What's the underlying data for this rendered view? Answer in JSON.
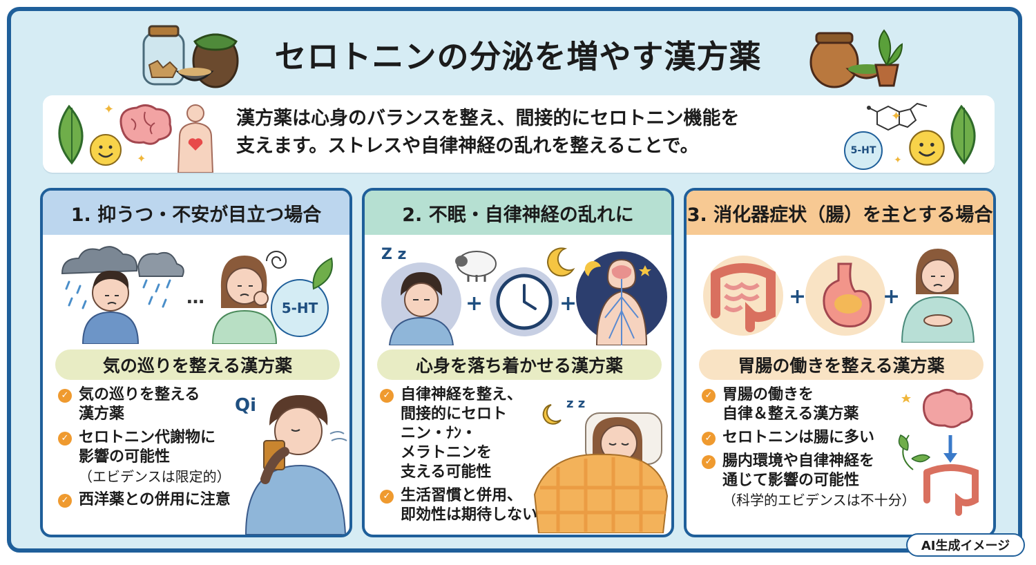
{
  "title": "セロトニンの分泌を増やす漢方薬",
  "intro": {
    "line1": "漢方薬は心身のバランスを整え、間接的にセロトニン機能を",
    "line2": "支えます。ストレスや自律神経の乱れを整えることで。"
  },
  "labels": {
    "ht_intro": "5-HT",
    "ht_panel1": "5-HT",
    "qi": "Qi",
    "zzz": "Z z",
    "zzz2": "z z",
    "plus": "+",
    "ellipsis": "…"
  },
  "panels": [
    {
      "heading": "1. 抑うつ・不安が目立つ場合",
      "herb_title": "気の巡りを整える漢方薬",
      "bullets": [
        {
          "lines": [
            "気の巡りを整える",
            "漢方薬"
          ]
        },
        {
          "lines": [
            "セロトニン代謝物に",
            "影響の可能性"
          ],
          "note": "（エビデンスは限定的）"
        },
        {
          "lines": [
            "西洋薬との併用に注意"
          ]
        }
      ]
    },
    {
      "heading": "2. 不眠・自律神経の乱れに",
      "herb_title": "心身を落ち着かせる漢方薬",
      "bullets": [
        {
          "lines": [
            "自律神経を整え、",
            "間接的にセロト",
            "ニン・ﾅﾝ・",
            "メラトニンを",
            "支える可能性"
          ]
        },
        {
          "lines": [
            "生活習慣と併用、",
            "即効性は期待しない"
          ]
        }
      ]
    },
    {
      "heading": "3. 消化器症状（腸）を主とする場合",
      "herb_title": "胃腸の働きを整える漢方薬",
      "bullets": [
        {
          "lines": [
            "胃腸の働きを",
            "自律＆整える漢方薬"
          ]
        },
        {
          "lines": [
            "セロトニンは腸に多い"
          ]
        },
        {
          "lines": [
            "腸内環境や自律神経を",
            "通じて影響の可能性"
          ],
          "note": "（科学的エビデンスは不十分）"
        }
      ]
    }
  ],
  "badge": "AI生成イメージ",
  "colors": {
    "frame": "#1f5f9a",
    "background": "#d6ecf4",
    "check": "#ef9a2f"
  }
}
